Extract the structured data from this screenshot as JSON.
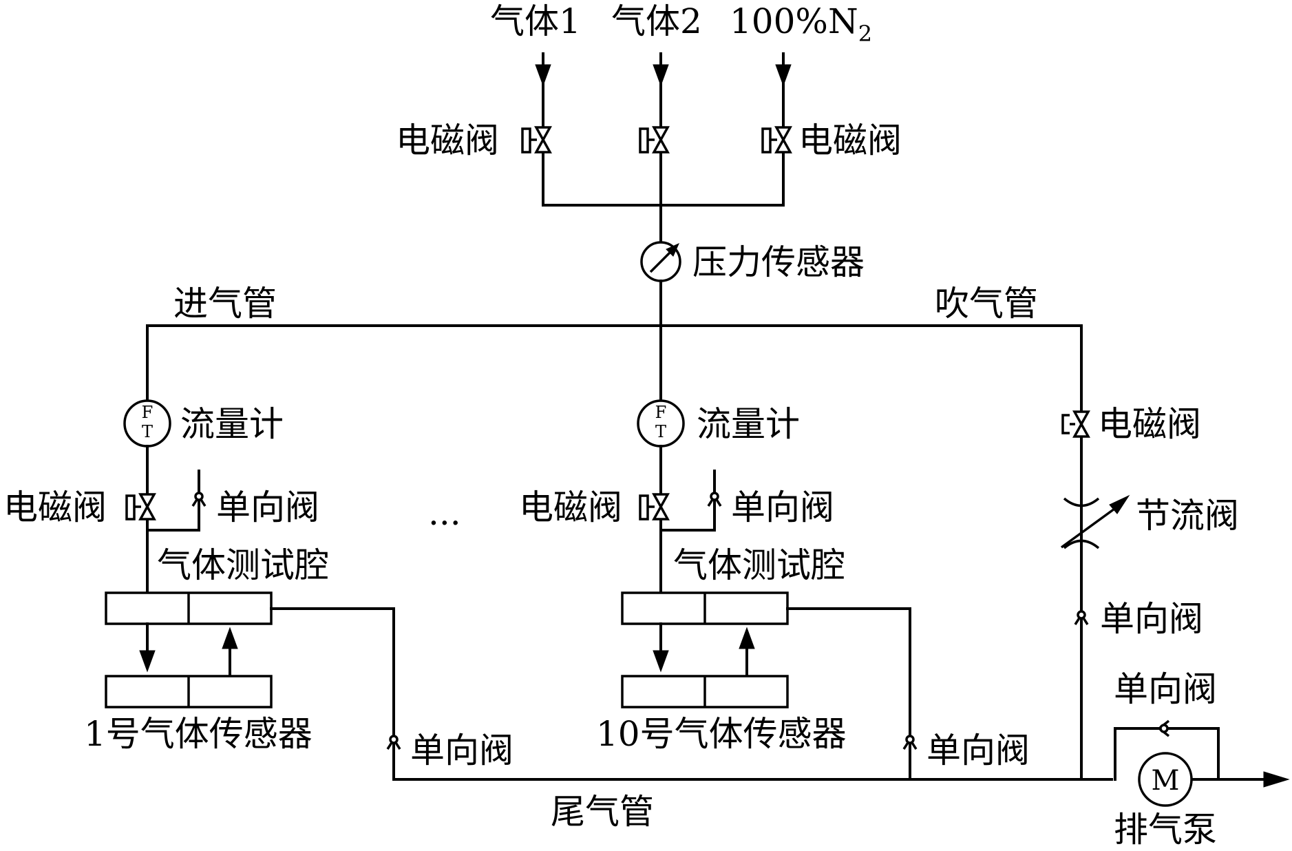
{
  "inputs": {
    "gas1": "气体1",
    "gas2": "气体2",
    "n2_main": "100%N",
    "n2_sub": "2"
  },
  "labels": {
    "solenoid_valve": "电磁阀",
    "pressure_sensor": "压力传感器",
    "intake_pipe": "进气管",
    "purge_pipe": "吹气管",
    "flowmeter": "流量计",
    "check_valve": "单向阀",
    "test_chamber": "气体测试腔",
    "sensor_1": "1号气体传感器",
    "sensor_10": "10号气体传感器",
    "throttle_valve": "节流阀",
    "exhaust_pipe": "尾气管",
    "exhaust_pump": "排气泵",
    "ellipsis": "...",
    "flowmeter_top": "F",
    "flowmeter_bottom": "T",
    "motor": "M"
  },
  "colors": {
    "line": "#000000",
    "background": "#ffffff"
  }
}
